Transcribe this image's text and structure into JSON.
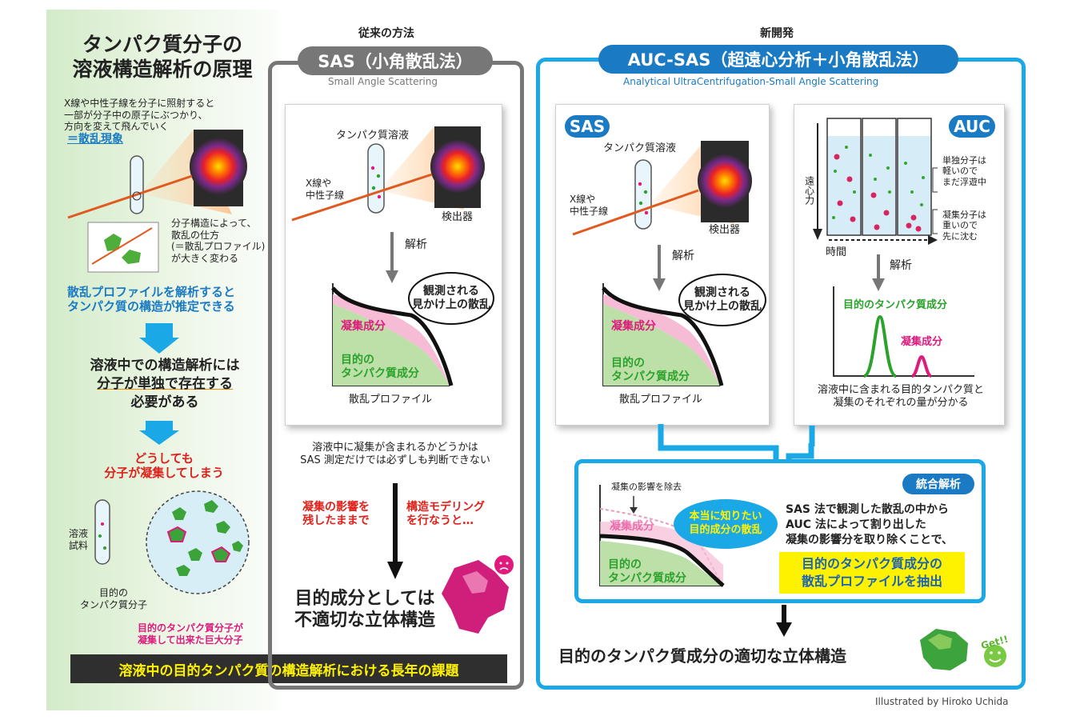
{
  "left": {
    "title_l1": "タンパク質分子の",
    "title_l2": "溶液構造解析の原理",
    "intro_l1": "X線や中性子線を分子に照射すると",
    "intro_l2": "一部が分子中の原子にぶつかり、",
    "intro_l3": "方向を変えて飛んでいく",
    "scatter_term": "＝散乱現象",
    "profile_l1": "分子構造によって、",
    "profile_l2": "散乱の仕方",
    "profile_l3": "(＝散乱プロファイル)",
    "profile_l4": "が大きく変わる",
    "analysis_l1": "散乱プロファイルを解析すると",
    "analysis_l2": "タンパク質の構造が推定できる",
    "need_l1": "溶液中での構造解析には",
    "need_l2": "分子が単独で存在する",
    "need_l3": "必要がある",
    "agg_l1": "どうしても",
    "agg_l2": "分子が凝集してしまう",
    "sample_l1": "溶液",
    "sample_l2": "試料",
    "target_l1": "目的の",
    "target_l2": "タンパク質分子",
    "big_l1": "目的のタンパク質分子が",
    "big_l2": "凝集して出来た巨大分子",
    "banner": "溶液中の目的タンパク質の構造解析における長年の課題"
  },
  "conventional": {
    "header": "従来の方法",
    "title": "SAS（小角散乱法）",
    "subtitle": "Small Angle Scattering",
    "solution": "タンパク質溶液",
    "beam_l1": "X線や",
    "beam_l2": "中性子線",
    "detector": "検出器",
    "analysis": "解析",
    "bubble_l1": "観測される",
    "bubble_l2": "見かけ上の散乱",
    "agg": "凝集成分",
    "target_l1": "目的の",
    "target_l2": "タンパク質成分",
    "profile": "散乱プロファイル",
    "note_l1": "溶液中に凝集が含まれるかどうかは",
    "note_l2": "SAS 測定だけでは必ずしも判断できない",
    "warn_l1": "凝集の影響を",
    "warn_l2": "残したままで",
    "model_l1": "構造モデリング",
    "model_l2": "を行なうと…",
    "result_l1": "目的成分としては",
    "result_l2": "不適切な立体構造"
  },
  "new": {
    "header": "新開発",
    "title": "AUC-SAS（超遠心分析＋小角散乱法）",
    "subtitle": "Analytical UltraCentrifugation-Small Angle Scattering",
    "sas_tag": "SAS",
    "auc_tag": "AUC",
    "solution": "タンパク質溶液",
    "beam_l1": "X線や",
    "beam_l2": "中性子線",
    "detector": "検出器",
    "analysis": "解析",
    "bubble_l1": "観測される",
    "bubble_l2": "見かけ上の散乱",
    "agg": "凝集成分",
    "target_l1": "目的の",
    "target_l2": "タンパク質成分",
    "profile": "散乱プロファイル",
    "force": "遠心力",
    "time": "時間",
    "single_l1": "単独分子は",
    "single_l2": "軽いので",
    "single_l3": "まだ浮遊中",
    "aggmol_l1": "凝集分子は",
    "aggmol_l2": "重いので",
    "aggmol_l3": "先に沈む",
    "auc_analysis": "解析",
    "peak_target": "目的のタンパク質成分",
    "peak_agg": "凝集成分",
    "auc_note_l1": "溶液中に含まれる目的タンパク質と",
    "auc_note_l2": "凝集のそれぞれの量が分かる",
    "integ_tag": "統合解析",
    "remove": "凝集の影響を除去",
    "true_l1": "本当に知りたい",
    "true_l2": "目的成分の散乱",
    "integ_agg": "凝集成分",
    "integ_target_l1": "目的の",
    "integ_target_l2": "タンパク質成分",
    "integ_l1": "SAS 法で観測した散乱の中から",
    "integ_l2": "AUC 法によって割り出した",
    "integ_l3": "凝集の影響分を取り除くことで、",
    "highlight_l1": "目的のタンパク質成分の",
    "highlight_l2": "散乱プロファイルを抽出",
    "result": "目的のタンパク質成分の適切な立体構造",
    "get": "Get!!"
  },
  "credit": "Illustrated by Hiroko Uchida",
  "colors": {
    "blue": "#1a7ac4",
    "gray": "#777777",
    "magenta": "#e0197d",
    "green": "#2ba22b",
    "yellow": "#fff200"
  }
}
